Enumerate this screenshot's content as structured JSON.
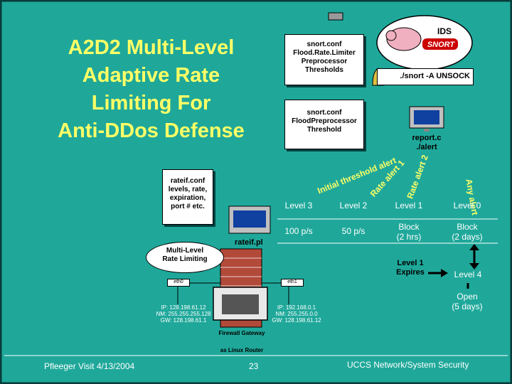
{
  "title": {
    "line1": "A2D2 Multi-Level",
    "line2": "Adaptive Rate",
    "line3": "Limiting For",
    "line4": "Anti-DDos Defense"
  },
  "ids": {
    "label": "IDS",
    "logo": "SNORT"
  },
  "notes": {
    "n1": [
      "snort.conf",
      "Flood.Rate.Limiter",
      "Preprocessor",
      "Thresholds"
    ],
    "n2": [
      "snort.conf",
      "FloodPreprocessor",
      "Threshold"
    ],
    "n3": [
      "rateif.conf",
      "levels, rate,",
      "expiration,",
      "port # etc."
    ]
  },
  "snort_command": "./snort -A UNSOCK",
  "report": {
    "line1": "report.c",
    "line2": "./alert"
  },
  "alerts": {
    "initial": "Initial threshold alert",
    "rate1": "Rate alert 1",
    "rate2": "Rate alert 2",
    "any": "Any alert"
  },
  "rateif_pl": "rateif.pl",
  "multi_level": {
    "line1": "Multi-Level",
    "line2": "Rate Limiting"
  },
  "table": {
    "headers": [
      "Level 3",
      "Level 2",
      "Level 1",
      "Level 0"
    ],
    "values": [
      "100 p/s",
      "50 p/s",
      "Block",
      "Block"
    ],
    "values_line2": [
      "",
      "",
      "(2 hrs)",
      "(2 days)"
    ]
  },
  "expires": {
    "line1": "Level 1",
    "line2": "Expires"
  },
  "level4": "Level 4",
  "open": {
    "line1": "Open",
    "line2": "(5 days)"
  },
  "network": {
    "eth0": "eth0",
    "eth1": "eth1",
    "left": [
      "IP: 128.198.61.12",
      "NM: 255.255.255.128",
      "GW: 128.198.61.1"
    ],
    "right": [
      "IP: 192.168.0.1",
      "NM: 255.255.0.0",
      "GW: 128.198.61.12"
    ]
  },
  "firewall": {
    "line1": "Firewall Gateway",
    "line2": "as Linux Router"
  },
  "footer": {
    "left": "Pfleeger Visit 4/13/2004",
    "page": "23",
    "right": "UCCS Network/System Security"
  }
}
